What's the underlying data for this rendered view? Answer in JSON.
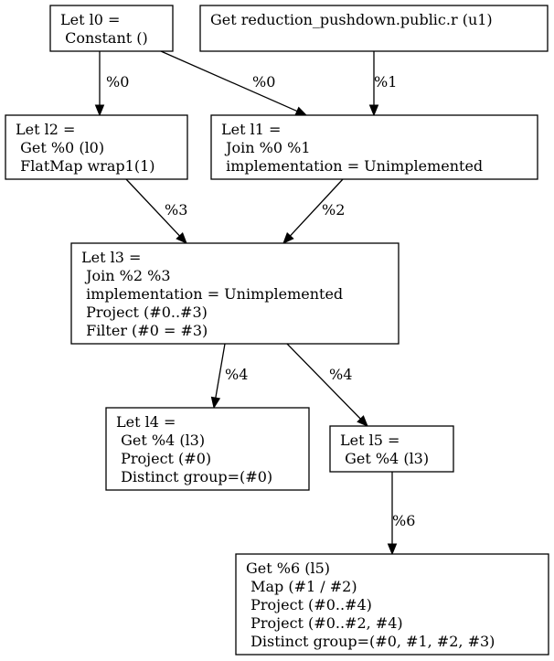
{
  "nodes": [
    {
      "id": "l0",
      "lines": [
        "Let l0 =",
        " Constant ()"
      ]
    },
    {
      "id": "get_r",
      "lines": [
        "Get reduction_pushdown.public.r (u1)"
      ]
    },
    {
      "id": "l2",
      "lines": [
        "Let l2 =",
        " Get %0 (l0)",
        " FlatMap wrap1(1)"
      ]
    },
    {
      "id": "l1",
      "lines": [
        "Let l1 =",
        " Join %0 %1",
        " implementation = Unimplemented"
      ]
    },
    {
      "id": "l3",
      "lines": [
        "Let l3 =",
        " Join %2 %3",
        " implementation = Unimplemented",
        " Project (#0..#3)",
        " Filter (#0 = #3)"
      ]
    },
    {
      "id": "l4",
      "lines": [
        "Let l4 =",
        " Get %4 (l3)",
        " Project (#0)",
        " Distinct group=(#0)"
      ]
    },
    {
      "id": "l5",
      "lines": [
        "Let l5 =",
        " Get %4 (l3)"
      ]
    },
    {
      "id": "final",
      "lines": [
        "Get %6 (l5)",
        " Map (#1 / #2)",
        " Project (#0..#4)",
        " Project (#0..#2, #4)",
        " Distinct group=(#0, #1, #2, #3)"
      ]
    }
  ],
  "edges": [
    {
      "from": "l0",
      "to": "l2",
      "label": "%0"
    },
    {
      "from": "l0",
      "to": "l1",
      "label": "%0"
    },
    {
      "from": "get_r",
      "to": "l1",
      "label": "%1"
    },
    {
      "from": "l2",
      "to": "l3",
      "label": "%3"
    },
    {
      "from": "l1",
      "to": "l3",
      "label": "%2"
    },
    {
      "from": "l3",
      "to": "l4",
      "label": "%4"
    },
    {
      "from": "l3",
      "to": "l5",
      "label": "%4"
    },
    {
      "from": "l5",
      "to": "final",
      "label": "%6"
    }
  ]
}
